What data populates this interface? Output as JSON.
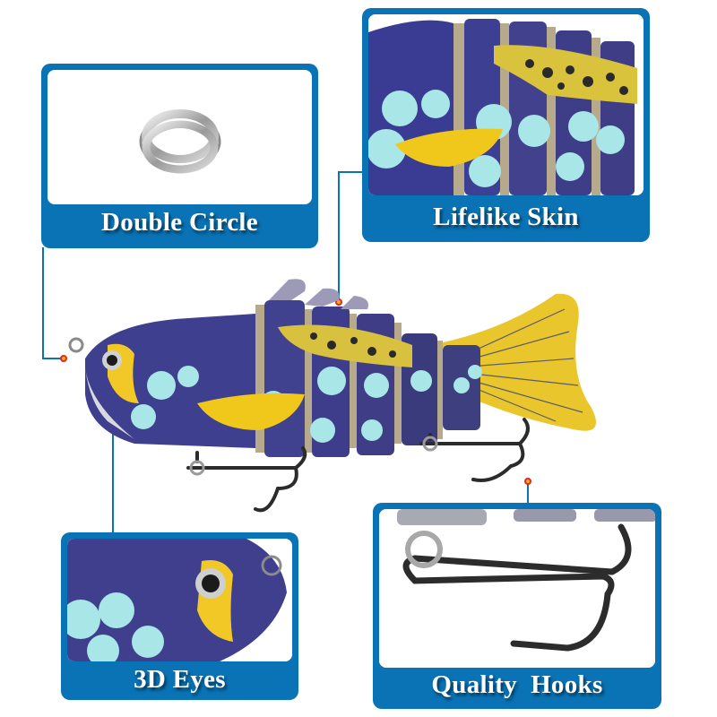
{
  "product": {
    "name": "Multi-jointed swimbait fishing lure",
    "colors": {
      "frame": "#0a73b5",
      "label_text": "#ffffff",
      "body_blue": "#3d3f8f",
      "spot_cyan": "#9fe3e6",
      "belly_yellow": "#f3c928",
      "tail_yellow": "#e9c62c",
      "joint_tan": "#b7a98c",
      "hook_black": "#2a2a2a",
      "marker_fill": "#f7b21d",
      "marker_ring": "#e8261b"
    }
  },
  "callouts": [
    {
      "id": "double-circle",
      "label": "Double Circle",
      "image": "split-ring"
    },
    {
      "id": "lifelike-skin",
      "label": "Lifelike Skin",
      "image": "skin-closeup"
    },
    {
      "id": "3d-eyes",
      "label": "3D Eyes",
      "image": "eye-closeup"
    },
    {
      "id": "quality-hooks",
      "label": "Quality  Hooks",
      "image": "treble-hook-closeup"
    }
  ]
}
